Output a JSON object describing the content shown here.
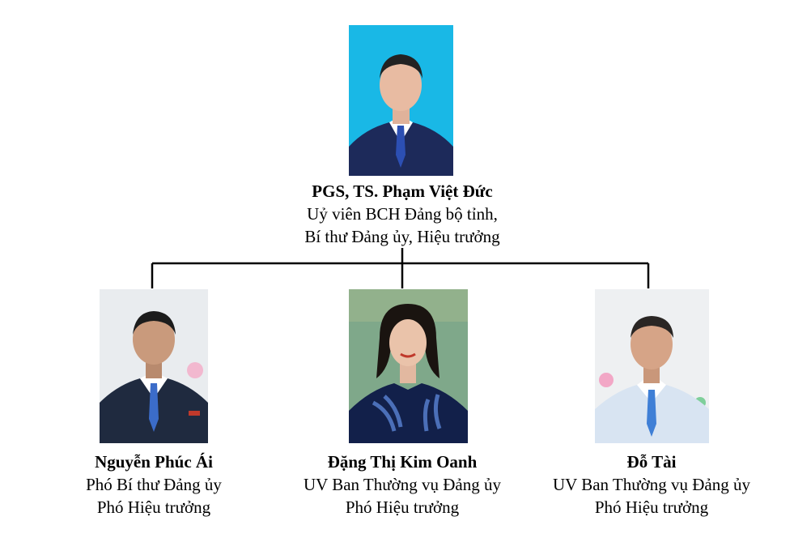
{
  "top": {
    "name": "PGS, TS. Phạm Việt Đức",
    "role_line1": "Uỷ viên BCH Đảng bộ tỉnh,",
    "role_line2": "Bí thư Đảng ủy, Hiệu trưởng",
    "photo_bg": "#19b8e6",
    "suit": "#1d2a5a",
    "tie": "#2c4fb3"
  },
  "members": [
    {
      "name": "Nguyễn Phúc Ái",
      "role_line1": "Phó Bí thư Đảng ủy",
      "role_line2": "Phó Hiệu trưởng",
      "photo_bg": "#e9ecef",
      "suit": "#1f2a3f",
      "tie": "#3b6cc9"
    },
    {
      "name": "Đặng Thị Kim Oanh",
      "role_line1": "UV Ban Thường vụ Đảng ủy",
      "role_line2": "Phó Hiệu trưởng",
      "photo_bg": "#7fa88a",
      "suit": "#12204a",
      "tie": "#2f5aa8"
    },
    {
      "name": "Đỗ Tài",
      "role_line1": "UV Ban Thường vụ Đảng ủy",
      "role_line2": "Phó Hiệu trưởng",
      "photo_bg": "#eef0f2",
      "suit": "#d8e4f2",
      "tie": "#3f7fd6"
    }
  ]
}
